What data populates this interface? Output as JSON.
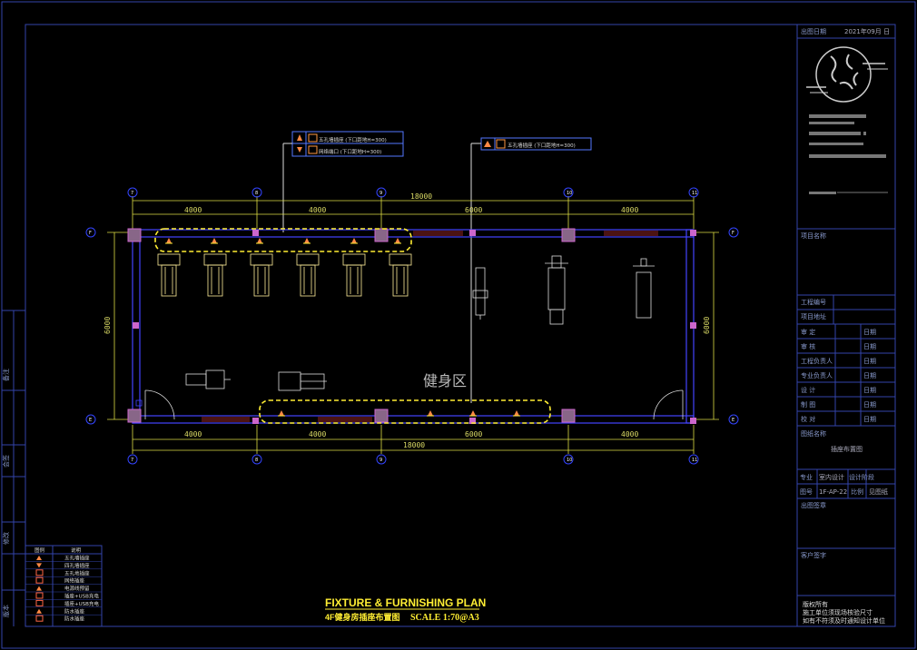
{
  "title_block": {
    "date_label": "出图日期",
    "date_value": "2021年09月",
    "date_suffix": "日",
    "project_name_label": "项目名称",
    "project_no_label": "工程编号",
    "project_addr_label": "项目地址",
    "rows": [
      {
        "label": "审  定",
        "sig": "日期"
      },
      {
        "label": "审  核",
        "sig": "日期"
      },
      {
        "label": "工程负责人",
        "sig": "日期"
      },
      {
        "label": "专业负责人",
        "sig": "日期"
      },
      {
        "label": "设  计",
        "sig": "日期"
      },
      {
        "label": "制  图",
        "sig": "日期"
      },
      {
        "label": "校  对",
        "sig": "日期"
      }
    ],
    "drawing_name_label": "图纸名称",
    "drawing_name_value": "插座布置图",
    "discipline_label": "专业",
    "discipline_value": "室内设计",
    "stage_label": "设计阶段",
    "drawing_no_label": "图号",
    "drawing_no_value": "1F-AP-22",
    "scale_label": "比例",
    "scale_value": "见图纸",
    "issue_sign_label": "出图签章",
    "client_sign_label": "客户签字",
    "copyright": [
      "版权所有",
      "施工单位须现场核验尺寸",
      "如有不符须及时通知设计单位"
    ]
  },
  "plan": {
    "title": "FIXTURE & FURNISHING PLAN",
    "subtitle": "4F健身房插座布置图",
    "scale_text": "SCALE 1:70@A3",
    "zone_label": "健身区",
    "top_dims": [
      "4000",
      "4000",
      "6000",
      "4000"
    ],
    "bottom_dims": [
      "4000",
      "4000",
      "6000",
      "4000"
    ],
    "total_dim": "18000",
    "side_dim": "6000",
    "grid_x": [
      "7",
      "8",
      "9",
      "10",
      "11"
    ],
    "grid_y": [
      "F",
      "E"
    ],
    "callout_a": [
      "五孔墙插座 (下口距地H=300)",
      "网络端口 (下口距地H=300)"
    ],
    "callout_b": [
      "五孔墙插座 (下口距地H=300)"
    ]
  },
  "legend": {
    "headers": [
      "图例",
      "说明"
    ],
    "items": [
      "五孔墙插座",
      "四孔墙插座",
      "五孔地插座",
      "网络插座",
      "电源线预留",
      "插座+USB充电",
      "插座+USB充电",
      "防水插座",
      "防水插座"
    ]
  },
  "left_strip": [
    "备注",
    "会签",
    "修改",
    "版本"
  ],
  "colors": {
    "frame": "#3344aa",
    "wall": "#4444ff",
    "column": "#cc66cc",
    "dim": "#dddd44",
    "highlight": "#ffee33",
    "equipment": "#ffee99",
    "callout": "#5577ff",
    "red_wall": "#cc3333"
  }
}
